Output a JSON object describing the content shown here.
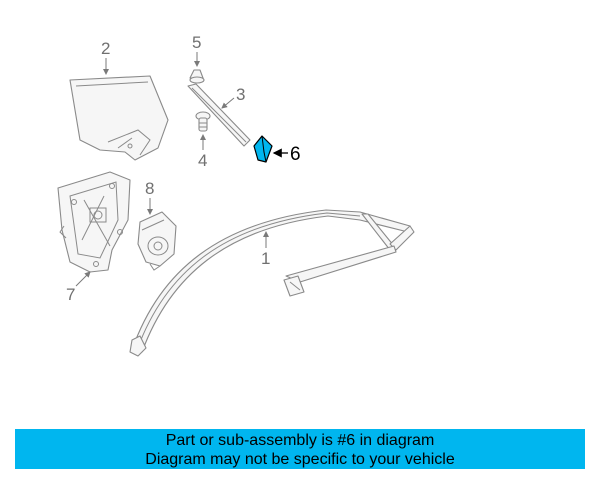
{
  "callouts": {
    "c1": "1",
    "c2": "2",
    "c3": "3",
    "c4": "4",
    "c5": "5",
    "c6": "6",
    "c7": "7",
    "c8": "8"
  },
  "highlight_color": "#00b6ef",
  "banner": {
    "line1": "Part or sub-assembly is #6 in diagram",
    "line2": "Diagram may not be specific to your vehicle"
  }
}
